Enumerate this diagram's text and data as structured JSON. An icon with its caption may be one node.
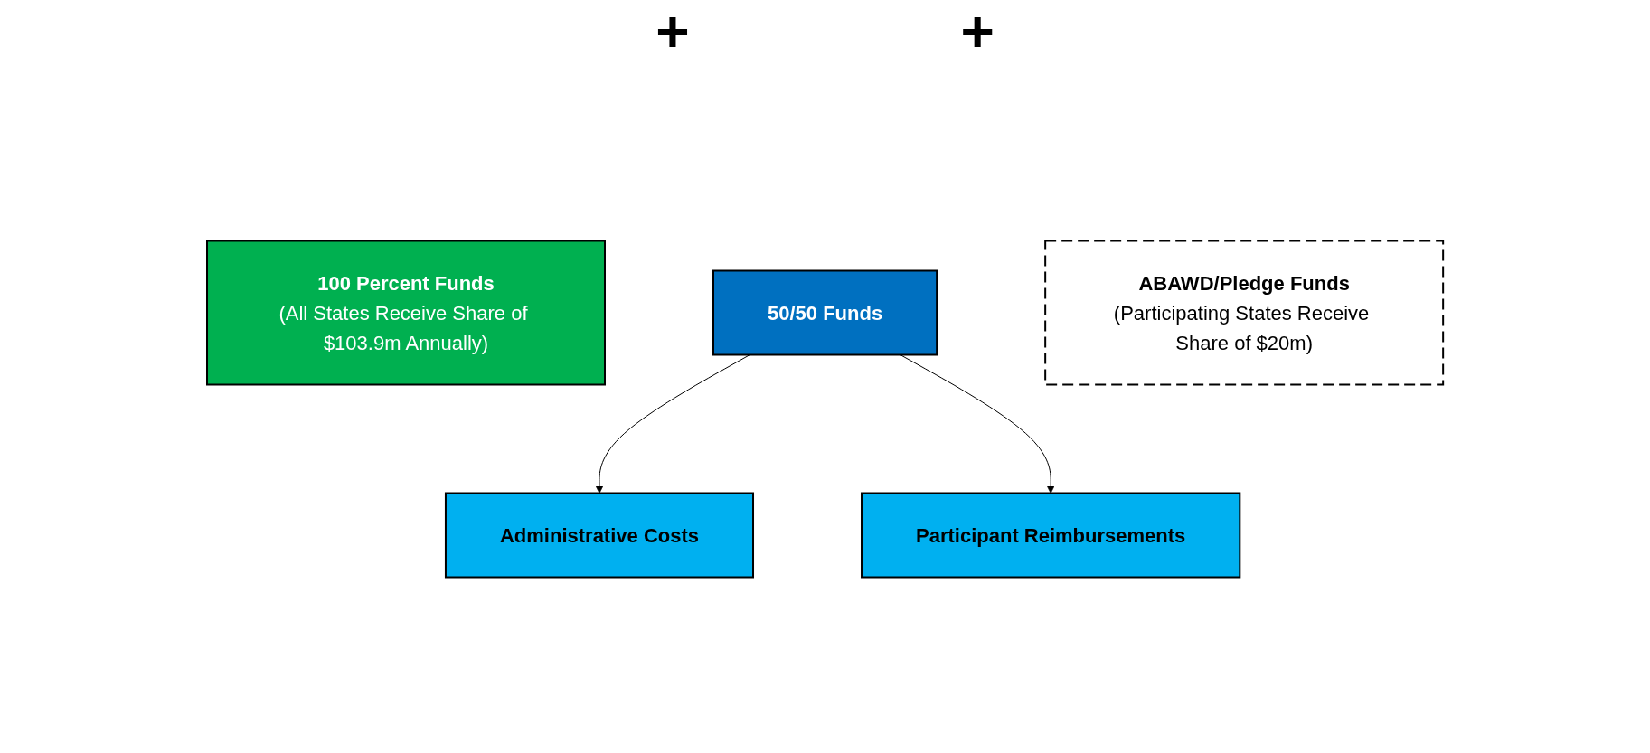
{
  "diagram": {
    "nodes": [
      {
        "text": [
          "100 Percent Funds",
          "(All States Receive Share of $103.9m Annually)"
        ]
      },
      {
        "text": [
          "50/50 Funds"
        ]
      },
      {
        "text": [
          "ABAWD/Pledge Funds",
          "(Participating States Receive Share of $20m)"
        ]
      },
      {
        "text": [
          "Administrative Costs"
        ]
      },
      {
        "text": [
          "Participant Reimbursements"
        ]
      }
    ],
    "edges": [
      {
        "from": 1,
        "to": 3,
        "arrow": "to"
      },
      {
        "from": 1,
        "to": 4,
        "arrow": "to"
      }
    ],
    "labels": [
      "+",
      "+"
    ]
  }
}
